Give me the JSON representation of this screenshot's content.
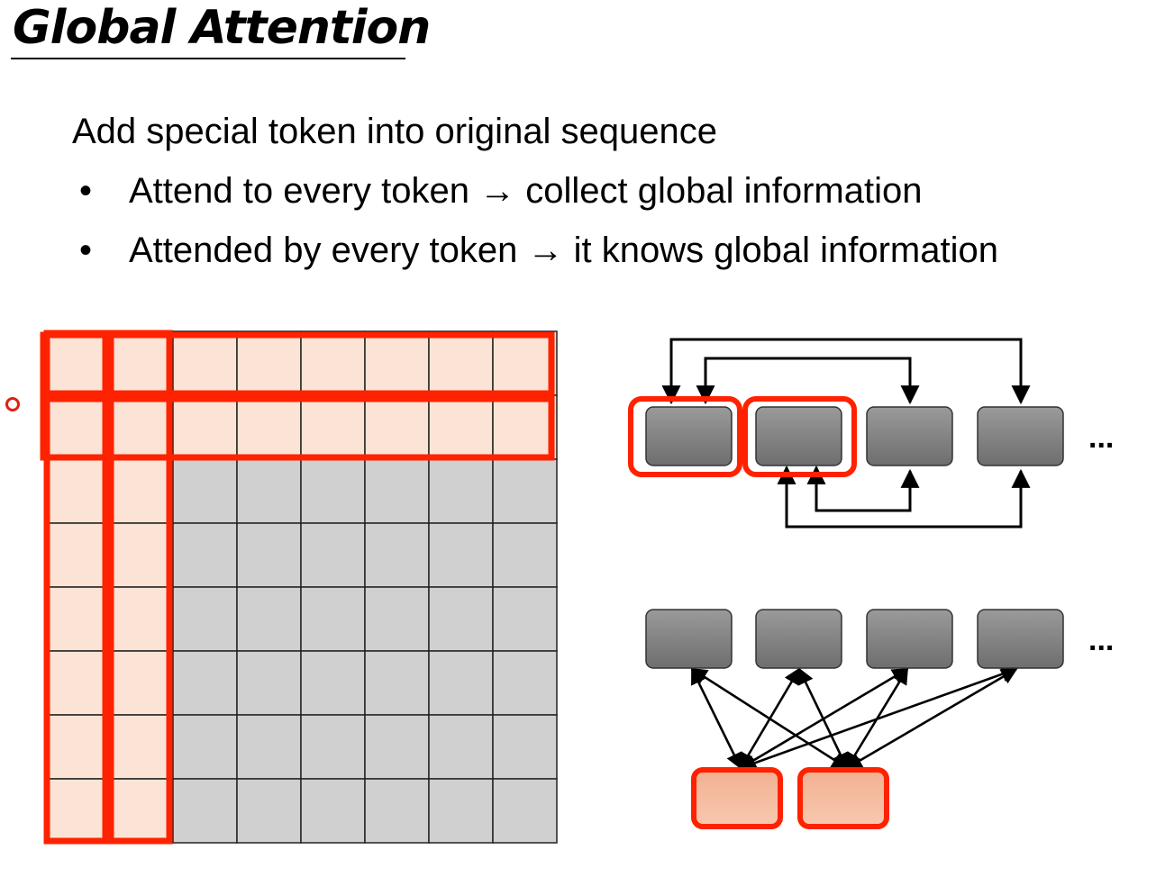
{
  "slide": {
    "title": "Global Attention",
    "heading": "Add special token into original sequence",
    "bullets": [
      {
        "symbol": "•",
        "text": "Attend to every token → collect global information"
      },
      {
        "symbol": "•",
        "text": "Attended by every token → it knows global information"
      }
    ]
  },
  "matrix": {
    "size": 8,
    "global_tokens": 2,
    "colors": {
      "global_cell": "#fbe4d5",
      "other_cell": "#d0d0d0",
      "highlight": "#ff2200"
    }
  },
  "diagram": {
    "ellipsis_top": "...",
    "ellipsis_bottom": "...",
    "colors": {
      "token": "#808080",
      "special_token": "#f6a88a",
      "highlight": "#ff2200",
      "arrow": "#000000"
    }
  }
}
